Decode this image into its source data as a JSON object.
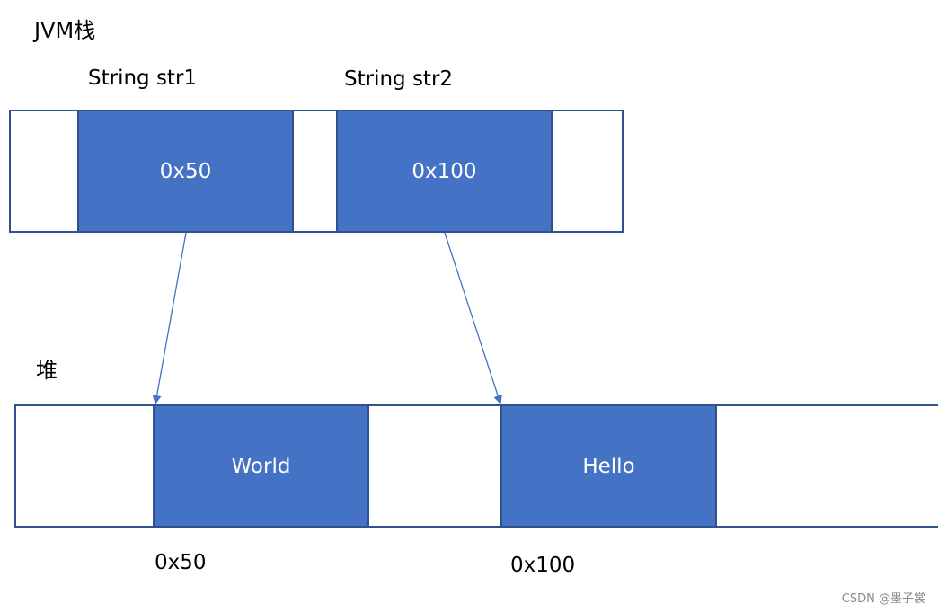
{
  "stack": {
    "title": "JVM栈",
    "variables": [
      {
        "name": "String str1",
        "value": "0x50"
      },
      {
        "name": "String str2",
        "value": "0x100"
      }
    ]
  },
  "heap": {
    "title": "堆",
    "objects": [
      {
        "value": "World",
        "address": "0x50"
      },
      {
        "value": "Hello",
        "address": "0x100"
      }
    ]
  },
  "colors": {
    "cell_fill": "#4472c4",
    "cell_border": "#2f528f",
    "arrow": "#4472c4"
  },
  "watermark": "CSDN @墨子裳"
}
